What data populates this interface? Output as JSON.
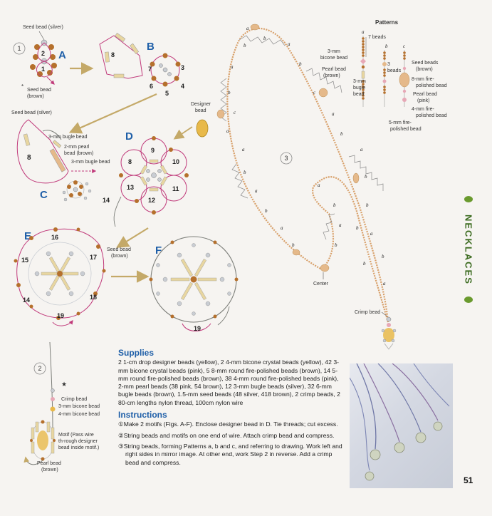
{
  "figures": {
    "step1_circle": "1",
    "step2_circle": "2",
    "step3_circle": "3",
    "fig_a": "A",
    "fig_b": "B",
    "fig_c": "C",
    "fig_d": "D",
    "fig_e": "E",
    "fig_f": "F"
  },
  "labels": {
    "seed_bead_silver": "Seed bead (silver)",
    "seed_bead_brown_line1": "Seed bead",
    "seed_bead_brown_line2": "(brown)",
    "seed_bead_silver_c": "Seed bead (silver)",
    "bugle_3mm": "3-mm bugle bead",
    "pearl_2mm_line1": "2-mm pearl",
    "pearl_2mm_line2": "bead (brown)",
    "bugle_3mm_2": "3-mm bugle bead",
    "designer_bead_line1": "Designer",
    "designer_bead_line2": "bead",
    "seed_bead_e_line1": "Seed bead",
    "seed_bead_e_line2": "(brown)",
    "center": "Center",
    "crimp_bead_main": "Crimp bead",
    "crimp_bead_2": "Crimp bead",
    "bicone_3mm_2": "3-mm bicone bead",
    "bicone_4mm_2": "4-mm bicone bead",
    "motif_line1": "Motif (Pass wire",
    "motif_line2": "th-rough designer",
    "motif_line3": "bead inside motif.)",
    "pearl_bead_2_line1": "Pearl bead",
    "pearl_bead_2_line2": "(brown)"
  },
  "petal_numbers": {
    "a1": "1",
    "a2": "2",
    "b3": "3",
    "b4": "4",
    "b5": "5",
    "b6": "6",
    "b7": "7",
    "b8": "8",
    "c8": "8",
    "d8": "8",
    "d9": "9",
    "d10": "10",
    "d11": "11",
    "d12": "12",
    "d13": "13",
    "d14": "14",
    "e14": "14",
    "e15": "15",
    "e16": "16",
    "e17": "17",
    "e18": "18",
    "e19": "19",
    "f19": "19"
  },
  "patterns": {
    "title": "Patterns",
    "a": "a",
    "b": "b",
    "c": "c",
    "seven_beads": "7 beads",
    "three_beads_line1": "3",
    "three_beads_line2": "beads",
    "bicone_3mm_line1": "3-mm",
    "bicone_3mm_line2": "bicone bead",
    "pearl_bead_line1": "Pearl bead",
    "pearl_bead_line2": "(brown)",
    "bugle_3mm_line1": "3-mm",
    "bugle_3mm_line2": "bugle",
    "bugle_3mm_line3": "bead",
    "seed_beads_line1": "Seed beads",
    "seed_beads_line2": "(brown)",
    "fire_8mm_line1": "8-mm fire-",
    "fire_8mm_line2": "polished bead",
    "pearl_pink_line1": "Pearl bead",
    "pearl_pink_line2": "(pink)",
    "fire_4mm_line1": "4-mm fire-",
    "fire_4mm_line2": "polished bead",
    "fire_5mm_line1": "5-mm fire-",
    "fire_5mm_line2": "polished bead"
  },
  "necklace_letters": {
    "l1": "a",
    "l2": "b",
    "l3": "b",
    "l4": "a",
    "l5": "b",
    "l6": "c",
    "l7": "a",
    "l8": "a",
    "l9": "b",
    "l10": "a",
    "l11": "b",
    "l12": "a",
    "l13": "b",
    "r1": "a",
    "r2": "b",
    "r3": "c",
    "r4": "a",
    "r5": "b",
    "r6": "a",
    "r7": "b",
    "r8": "b",
    "r9": "a",
    "r10": "b",
    "r11": "a",
    "i1": "a",
    "i2": "b",
    "i3": "a",
    "i4": "b",
    "i5": "b",
    "i6": "b"
  },
  "side_tab": "NECKLACES",
  "supplies": {
    "heading": "Supplies",
    "text": "2 1-cm drop designer beads (yellow), 2 4-mm bicone crystal beads (yellow), 42 3-mm bicone crystal beads (pink), 5 8-mm round fire-polished beads (brown), 14 5-mm round fire-polished beads (brown), 38 4-mm round fire-polished beads (pink), 2-mm pearl beads (38 pink, 54 brown), 12 3-mm bugle beads (silver), 32 6-mm bugle beads (brown), 1.5-mm seed beads (48 silver, 418 brown), 2 crimp beads, 2 80-cm lengths nylon thread, 100cm nylon wire"
  },
  "instructions": {
    "heading": "Instructions",
    "steps": [
      "①Make 2 motifs (Figs. A-F). Enclose designer bead in D. Tie threads; cut excess.",
      "②String beads and motifs on one end of wire. Attach crimp bead and compress.",
      "③String beads, forming Patterns a, b and c, and referring to drawing. Work left and right sides in mirror image. At other end, work Step 2 in reverse. Add a crimp bead and compress."
    ]
  },
  "page_number": "51",
  "colors": {
    "figure_label": "#1f5fa8",
    "thread_pink": "#c0397a",
    "thread_grey": "#7d7f7a",
    "bead_brown": "#b5702c",
    "bead_pink": "#e7a8b6",
    "bead_silver": "#c9cdd3",
    "bead_yellow": "#e8b94a",
    "tab_green": "#3a6a1e",
    "arrow_tan": "#c4a968"
  }
}
